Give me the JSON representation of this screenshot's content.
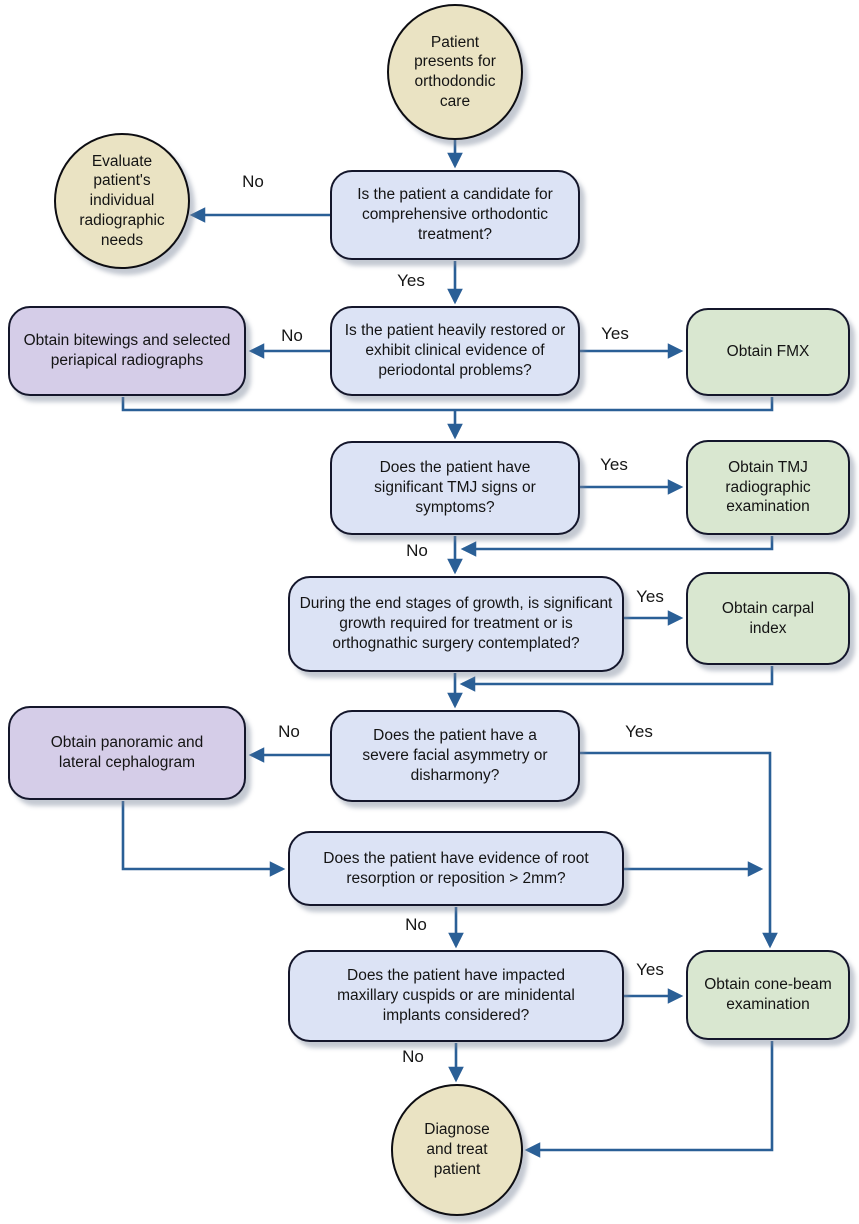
{
  "colors": {
    "background": "#ffffff",
    "terminal_fill": "#eae3c3",
    "decision_fill": "#dce3f5",
    "action_left_fill": "#d5cde8",
    "action_right_fill": "#d9e7d0",
    "arrow": "#2a5f96",
    "node_border": "#14162b"
  },
  "nodes": {
    "start": {
      "label": "Patient presents for orthodondic care",
      "type": "terminal"
    },
    "evaluate": {
      "label": "Evaluate patient's individual radiographic needs",
      "type": "terminal"
    },
    "q_candidate": {
      "label": "Is the patient a candidate for comprehensive orthodontic treatment?",
      "type": "decision"
    },
    "q_restored": {
      "label": "Is the patient heavily restored or exhibit clinical evidence of periodontal problems?",
      "type": "decision"
    },
    "bitewings": {
      "label": "Obtain bitewings and selected periapical radiographs",
      "type": "action"
    },
    "fmx": {
      "label": "Obtain FMX",
      "type": "action"
    },
    "q_tmj": {
      "label": "Does the patient have significant TMJ signs or symptoms?",
      "type": "decision"
    },
    "tmj_exam": {
      "label": "Obtain TMJ radiographic examination",
      "type": "action"
    },
    "q_growth": {
      "label": "During the end stages of growth, is significant growth required for treatment or is orthognathic surgery contemplated?",
      "type": "decision"
    },
    "carpal": {
      "label": "Obtain carpal index",
      "type": "action"
    },
    "q_asymmetry": {
      "label": "Does the patient have a severe facial asymmetry or disharmony?",
      "type": "decision"
    },
    "panoramic": {
      "label": "Obtain panoramic and lateral cephalogram",
      "type": "action"
    },
    "q_resorption": {
      "label": "Does the patient have evidence of root resorption or reposition > 2mm?",
      "type": "decision"
    },
    "q_cuspids": {
      "label": "Does the patient have impacted maxillary cuspids or are minidental implants considered?",
      "type": "decision"
    },
    "conebeam": {
      "label": "Obtain cone-beam examination",
      "type": "action"
    },
    "diagnose": {
      "label": "Diagnose and treat patient",
      "type": "terminal"
    }
  },
  "edges": {
    "no_candidate": "No",
    "yes_candidate": "Yes",
    "no_restored": "No",
    "yes_restored": "Yes",
    "yes_tmj": "Yes",
    "no_tmj": "No",
    "yes_growth": "Yes",
    "no_asymmetry": "No",
    "yes_asymmetry": "Yes",
    "no_resorption": "No",
    "yes_cuspids": "Yes",
    "no_cuspids": "No"
  }
}
